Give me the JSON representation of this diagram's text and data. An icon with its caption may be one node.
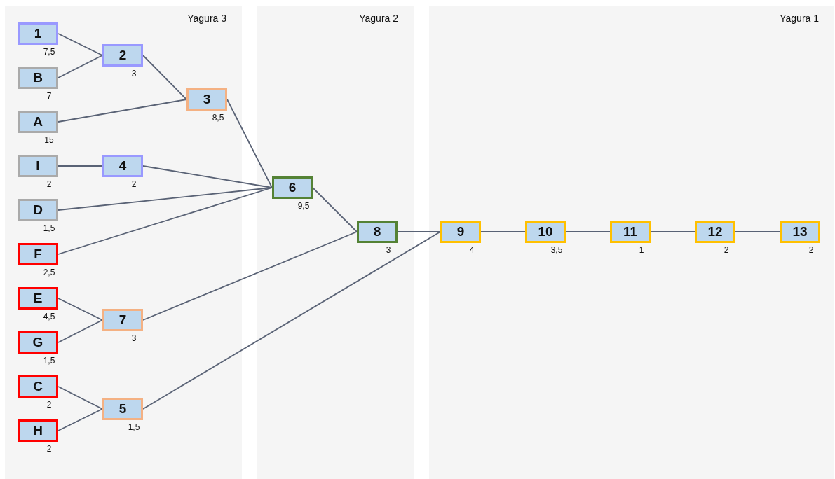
{
  "diagram": {
    "nodes": [
      {
        "text": [
          "Yagura 3"
        ]
      },
      {
        "text": [
          "Yagura 2"
        ]
      },
      {
        "text": [
          "Yagura 1"
        ]
      },
      {
        "text": [
          "1"
        ],
        "in": 0,
        "beside": [
          "7,5"
        ]
      },
      {
        "text": [
          "B"
        ],
        "in": 0,
        "beside": [
          "7"
        ]
      },
      {
        "text": [
          "A"
        ],
        "in": 0,
        "beside": [
          "15"
        ]
      },
      {
        "text": [
          "I"
        ],
        "in": 0,
        "beside": [
          "2"
        ]
      },
      {
        "text": [
          "D"
        ],
        "in": 0,
        "beside": [
          "1,5"
        ]
      },
      {
        "text": [
          "F"
        ],
        "in": 0,
        "beside": [
          "2,5"
        ]
      },
      {
        "text": [
          "E"
        ],
        "in": 0,
        "beside": [
          "4,5"
        ]
      },
      {
        "text": [
          "G"
        ],
        "in": 0,
        "beside": [
          "1,5"
        ]
      },
      {
        "text": [
          "C"
        ],
        "in": 0,
        "beside": [
          "2"
        ]
      },
      {
        "text": [
          "H"
        ],
        "in": 0,
        "beside": [
          "2"
        ]
      },
      {
        "text": [
          "2"
        ],
        "in": 0,
        "beside": [
          "3"
        ]
      },
      {
        "text": [
          "3"
        ],
        "in": 0,
        "beside": [
          "8,5"
        ]
      },
      {
        "text": [
          "4"
        ],
        "in": 0,
        "beside": [
          "2"
        ]
      },
      {
        "text": [
          "7"
        ],
        "in": 0,
        "beside": [
          "3"
        ]
      },
      {
        "text": [
          "5"
        ],
        "in": 0,
        "beside": [
          "1,5"
        ]
      },
      {
        "text": [
          "6"
        ],
        "in": 1,
        "beside": [
          "9,5"
        ]
      },
      {
        "text": [
          "8"
        ],
        "in": 1,
        "beside": [
          "3"
        ]
      },
      {
        "text": [
          "9"
        ],
        "in": 2,
        "beside": [
          "4"
        ]
      },
      {
        "text": [
          "10"
        ],
        "in": 2,
        "beside": [
          "3,5"
        ]
      },
      {
        "text": [
          "11"
        ],
        "in": 2,
        "beside": [
          "1"
        ]
      },
      {
        "text": [
          "12"
        ],
        "in": 2,
        "beside": [
          "2"
        ]
      },
      {
        "text": [
          "13"
        ],
        "in": 2,
        "beside": [
          "2"
        ]
      }
    ],
    "edges": [
      {
        "from": 3,
        "to": 13,
        "arrow": "none"
      },
      {
        "from": 4,
        "to": 13,
        "arrow": "none"
      },
      {
        "from": 13,
        "to": 14,
        "arrow": "none"
      },
      {
        "from": 5,
        "to": 14,
        "arrow": "none"
      },
      {
        "from": 14,
        "to": 18,
        "arrow": "none"
      },
      {
        "from": 6,
        "to": 15,
        "arrow": "none"
      },
      {
        "from": 15,
        "to": 18,
        "arrow": "none"
      },
      {
        "from": 7,
        "to": 18,
        "arrow": "none"
      },
      {
        "from": 8,
        "to": 18,
        "arrow": "none"
      },
      {
        "from": 9,
        "to": 16,
        "arrow": "none"
      },
      {
        "from": 10,
        "to": 16,
        "arrow": "none"
      },
      {
        "from": 16,
        "to": 19,
        "arrow": "none"
      },
      {
        "from": 11,
        "to": 17,
        "arrow": "none"
      },
      {
        "from": 12,
        "to": 17,
        "arrow": "none"
      },
      {
        "from": 17,
        "to": 20,
        "arrow": "none"
      },
      {
        "from": 18,
        "to": 19,
        "arrow": "none"
      },
      {
        "from": 19,
        "to": 20,
        "arrow": "none"
      },
      {
        "from": 20,
        "to": 21,
        "arrow": "none"
      },
      {
        "from": 21,
        "to": 22,
        "arrow": "none"
      },
      {
        "from": 22,
        "to": 23,
        "arrow": "none"
      },
      {
        "from": 23,
        "to": 24,
        "arrow": "none"
      }
    ]
  }
}
